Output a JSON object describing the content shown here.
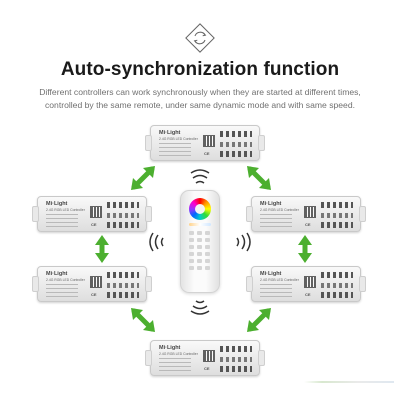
{
  "header": {
    "icon": "sync-diamond-icon",
    "title": "Auto-synchronization function",
    "subtitle_line1": "Different controllers can work synchronously when they are started at different times,",
    "subtitle_line2": "controlled by the same remote, under same dynamic mode and with same speed."
  },
  "controller": {
    "brand": "Mi·Light",
    "model": "2.4G RGB LED Controller",
    "cert": "CE"
  },
  "colors": {
    "arrow_green": "#4caf2f",
    "title": "#1a1a1a",
    "subtitle": "#707070"
  },
  "remote": {
    "icon": "rgb-color-wheel-remote"
  }
}
